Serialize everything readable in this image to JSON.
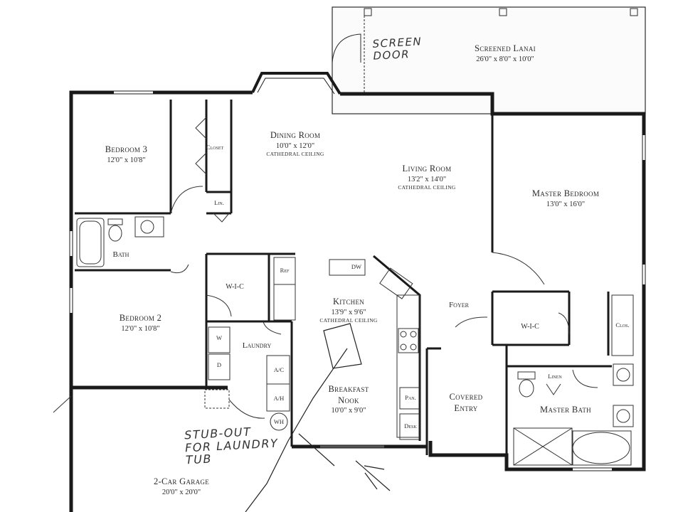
{
  "rooms": {
    "lanai": {
      "name": "Screened Lanai",
      "dims": "26'0\" x 8'0\" x 10'0\""
    },
    "dining": {
      "name": "Dining Room",
      "dims": "10'0\" x 12'0\"",
      "note": "Cathedral Ceiling"
    },
    "living": {
      "name": "Living Room",
      "dims": "13'2\" x 14'0\"",
      "note": "Cathedral Ceiling"
    },
    "bedroom3": {
      "name": "Bedroom 3",
      "dims": "12'0\" x 10'8\""
    },
    "master_bedroom": {
      "name": "Master Bedroom",
      "dims": "13'0\" x 16'0\""
    },
    "bedroom2": {
      "name": "Bedroom 2",
      "dims": "12'0\" x 10'8\""
    },
    "kitchen": {
      "name": "Kitchen",
      "dims": "13'9\" x 9'6\"",
      "note": "Cathedral Ceiling"
    },
    "breakfast": {
      "name": "Breakfast",
      "name2": "Nook",
      "dims": "10'0\" x 9'0\""
    },
    "covered_entry": {
      "name": "Covered",
      "name2": "Entry"
    },
    "master_bath": {
      "name": "Master Bath"
    },
    "garage": {
      "name": "2-Car Garage",
      "dims": "20'0\" x 20'0\""
    }
  },
  "small_labels": {
    "closet": "Closet",
    "lin": "Lin.",
    "bath": "Bath",
    "wic1": "W-I-C",
    "wic2": "W-I-C",
    "ref": "Ref",
    "dw": "DW",
    "foyer": "Foyer",
    "clos": "Clos.",
    "laundry": "Laundry",
    "w": "W",
    "d": "D",
    "ac1": "A/C",
    "ac2": "A/H",
    "wh": "WH",
    "pan": "Pan.",
    "desk": "Desk",
    "linen": "Linen"
  },
  "handwriting": {
    "screen_door": [
      "SCREEN",
      "DOOR"
    ],
    "stub_out": [
      "STUB-OUT",
      "FOR LAUNDRY",
      "TUB"
    ]
  }
}
